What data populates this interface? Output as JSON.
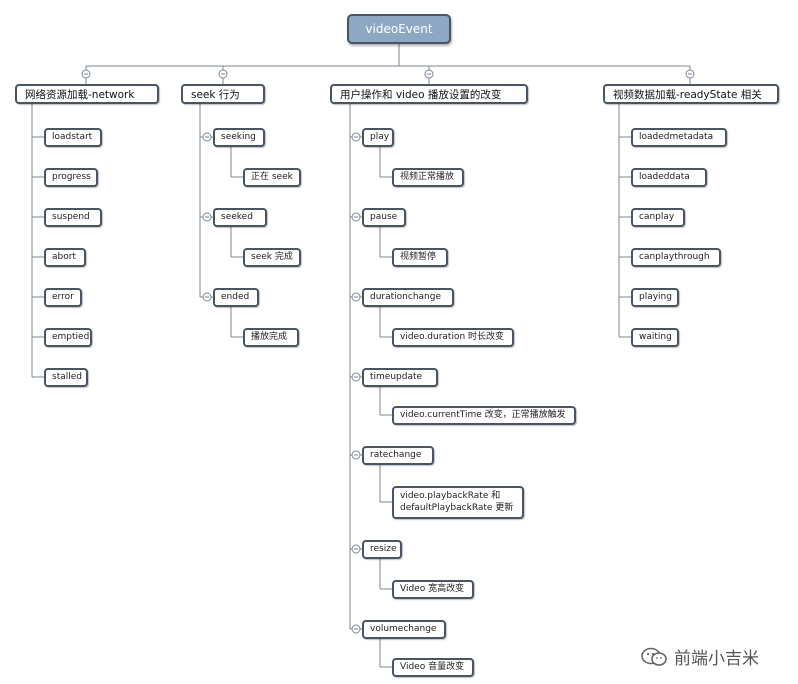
{
  "root": "videoEvent",
  "branches": [
    {
      "label": "网络资源加载-network",
      "children": [
        "loadstart",
        "progress",
        "suspend",
        "abort",
        "error",
        "emptied",
        "stalled"
      ]
    },
    {
      "label": "seek 行为",
      "children": [
        {
          "label": "seeking",
          "desc": "正在 seek"
        },
        {
          "label": "seeked",
          "desc": "seek 完成"
        },
        {
          "label": "ended",
          "desc": "播放完成"
        }
      ]
    },
    {
      "label": "用户操作和 video 播放设置的改变",
      "children": [
        {
          "label": "play",
          "desc": "视频正常播放"
        },
        {
          "label": "pause",
          "desc": "视频暂停"
        },
        {
          "label": "durationchange",
          "desc": "video.duration 时长改变"
        },
        {
          "label": "timeupdate",
          "desc": "video.currentTime 改变，正常播放触发"
        },
        {
          "label": "ratechange",
          "desc": "video.playbackRate 和 defaultPlaybackRate 更新"
        },
        {
          "label": "resize",
          "desc": "Video 宽高改变"
        },
        {
          "label": "volumechange",
          "desc": "Video 音量改变"
        }
      ]
    },
    {
      "label": "视频数据加载-readyState 相关",
      "children": [
        "loadedmetadata",
        "loadeddata",
        "canplay",
        "canplaythrough",
        "playing",
        "waiting"
      ]
    }
  ],
  "watermark": "前端小吉米",
  "colors": {
    "root_fill": "#8ea8c4",
    "border": "#4a5563",
    "line": "#7c8794"
  }
}
